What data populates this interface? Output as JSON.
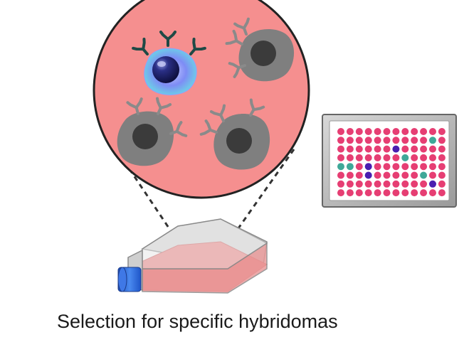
{
  "caption": "Selection for specific hybridomas",
  "colors": {
    "background": "#ffffff",
    "medium_pink": "#f58f8f",
    "well_pink": "#e63e73",
    "positive_well_teal": "#3fa898",
    "positive_well_purple": "#4a1fb0",
    "hybridoma_gray": "#7f7f7f",
    "nucleus_dark": "#3b3b3b",
    "antibody_gray": "#8a8a8a",
    "antibody_dark_green": "#1f4a46",
    "plasma_cell_blue": "#6a7bf0",
    "plasma_cell_nucleus": "#1a1f5e",
    "flask_cap_blue": "#2d6ee0"
  },
  "icons": [
    "magnified-view-circle",
    "plasma-b-cell-icon",
    "hybridoma-cell-icon",
    "antibody-icon",
    "culture-flask-icon",
    "96-well-plate-icon"
  ],
  "plate": {
    "rows": 8,
    "cols": 12,
    "positive_wells": [
      {
        "row": 1,
        "col": 10,
        "color": "teal"
      },
      {
        "row": 2,
        "col": 6,
        "color": "purple"
      },
      {
        "row": 3,
        "col": 7,
        "color": "teal"
      },
      {
        "row": 4,
        "col": 0,
        "color": "teal"
      },
      {
        "row": 4,
        "col": 1,
        "color": "teal"
      },
      {
        "row": 4,
        "col": 3,
        "color": "purple"
      },
      {
        "row": 5,
        "col": 3,
        "color": "purple"
      },
      {
        "row": 5,
        "col": 9,
        "color": "teal"
      },
      {
        "row": 6,
        "col": 10,
        "color": "purple"
      }
    ]
  }
}
